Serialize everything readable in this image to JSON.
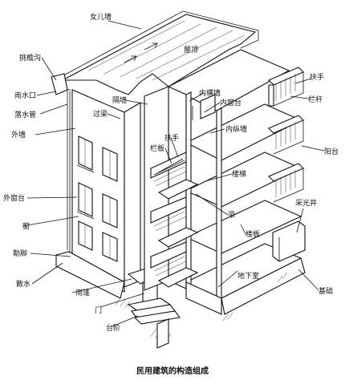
{
  "caption": "民用建筑的构造组成",
  "labels": {
    "parapet": "女儿墙",
    "roof": "屋顶",
    "eaves_gutter": "挑檐沟",
    "rain_outlet": "雨水口",
    "downpipe": "落水管",
    "lintel": "过梁",
    "partition": "隔墙",
    "inner_cross_wall": "内横墙",
    "inner_window_sill": "内窗台",
    "handrail_top": "扶手",
    "railing": "栏杆",
    "exterior_wall": "外墙",
    "inner_longitudinal_wall": "内纵墙",
    "stair_handrail": "扶手",
    "stair_railing": "栏板",
    "balcony": "阳台",
    "staircase": "楼梯",
    "outer_window_sill": "外窗台",
    "light_well": "采光井",
    "beam": "梁",
    "window": "窗",
    "floor_slab": "楼板",
    "plinth": "勒脚",
    "basement": "地下室",
    "apron": "散水",
    "canopy": "雨篷",
    "foundation": "基础",
    "door": "门",
    "steps": "台阶"
  }
}
